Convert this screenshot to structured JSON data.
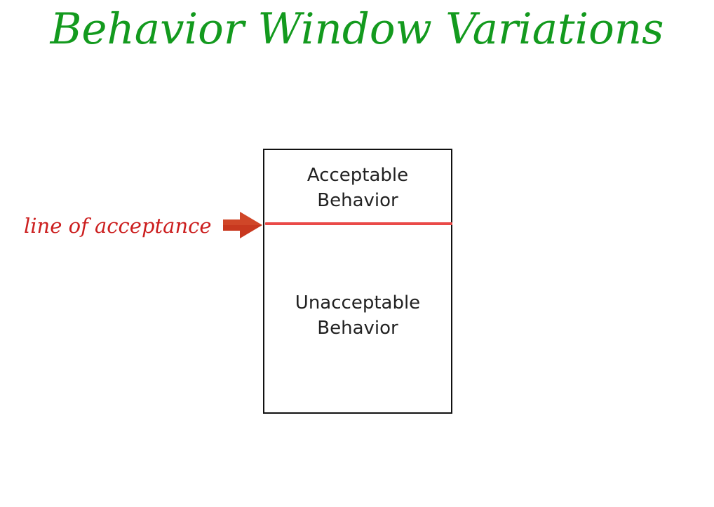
{
  "slide": {
    "title": "Behavior Window Variations"
  },
  "window": {
    "top_region_line1": "Acceptable",
    "top_region_line2": "Behavior",
    "bottom_region_line1": "Unacceptable",
    "bottom_region_line2": "Behavior"
  },
  "line": {
    "caption": "line of acceptance",
    "color": "#ea4a48",
    "caption_color": "#cc1f1f",
    "arrow_color": "#c8381f",
    "arrow_icon": "right-arrow-icon"
  },
  "colors": {
    "title": "#139a1e",
    "box_border": "#111111",
    "text": "#222222"
  }
}
